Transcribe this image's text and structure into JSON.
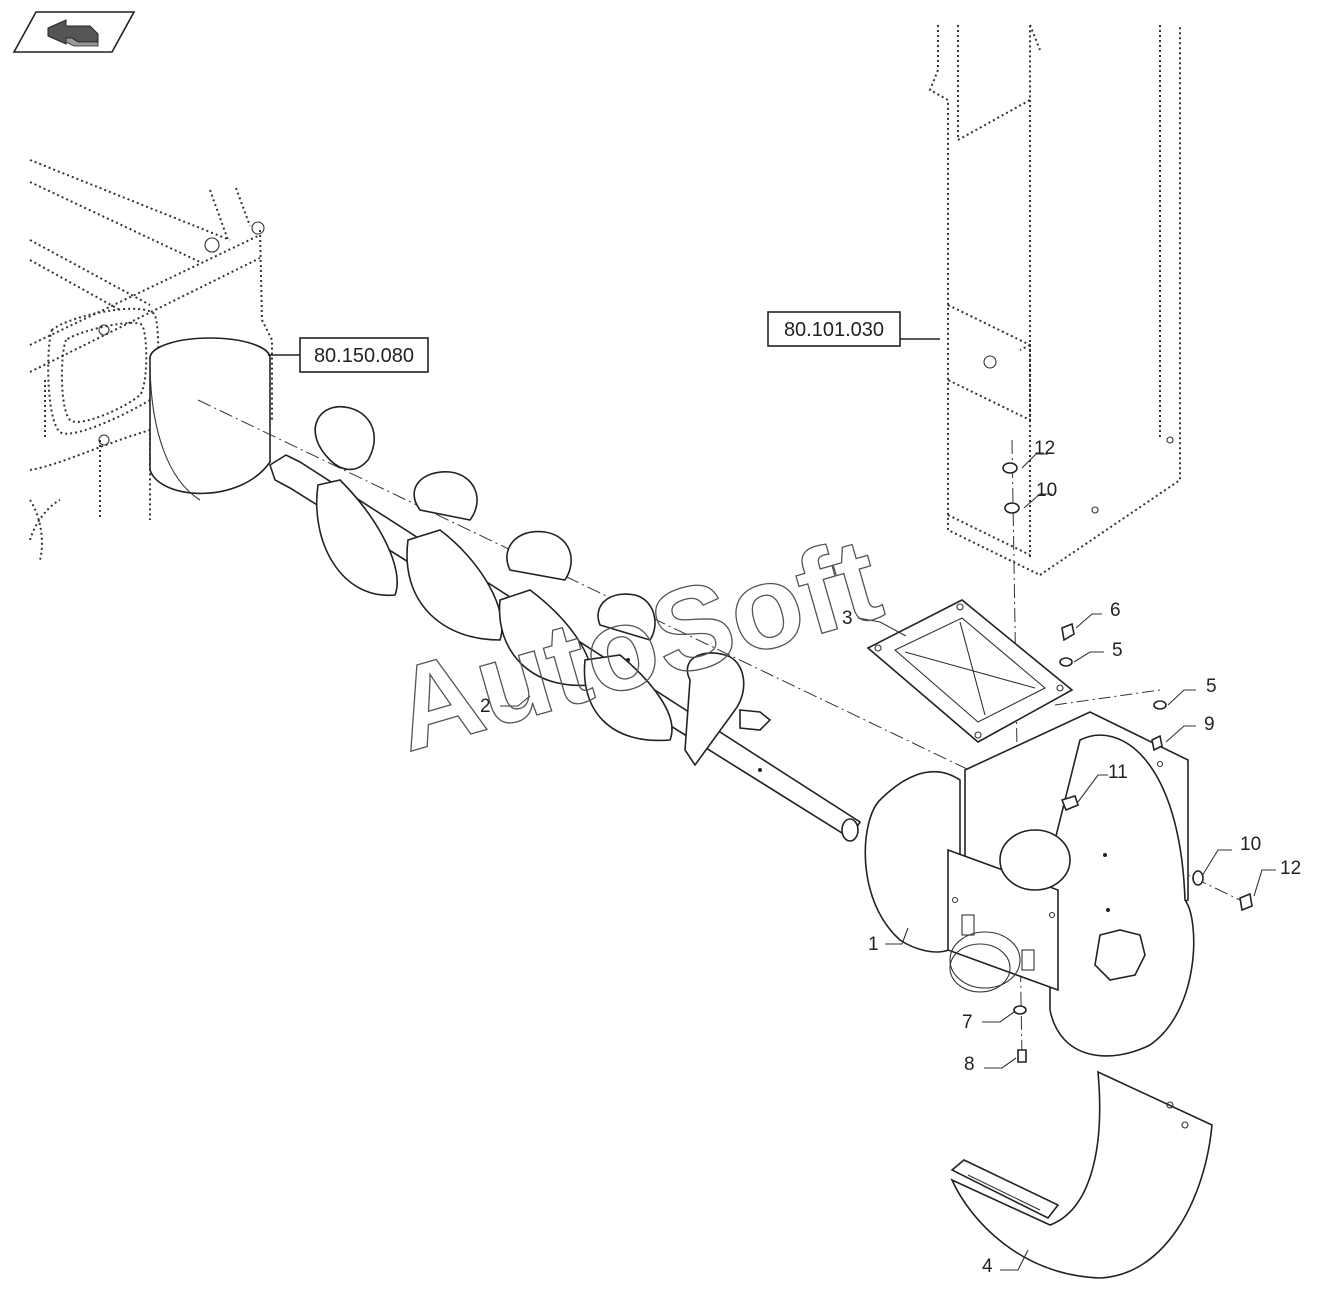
{
  "watermark": "AutoSoft",
  "references": [
    {
      "id": "ref-80-150-080",
      "text": "80.150.080"
    },
    {
      "id": "ref-80-101-030",
      "text": "80.101.030"
    }
  ],
  "callouts": {
    "c1": "1",
    "c2": "2",
    "c3": "3",
    "c4": "4",
    "c5a": "5",
    "c5b": "5",
    "c6": "6",
    "c7": "7",
    "c8": "8",
    "c9": "9",
    "c10a": "10",
    "c10b": "10",
    "c11": "11",
    "c12a": "12",
    "c12b": "12"
  },
  "icons": {
    "nav": "previous-page-arrow-icon"
  }
}
